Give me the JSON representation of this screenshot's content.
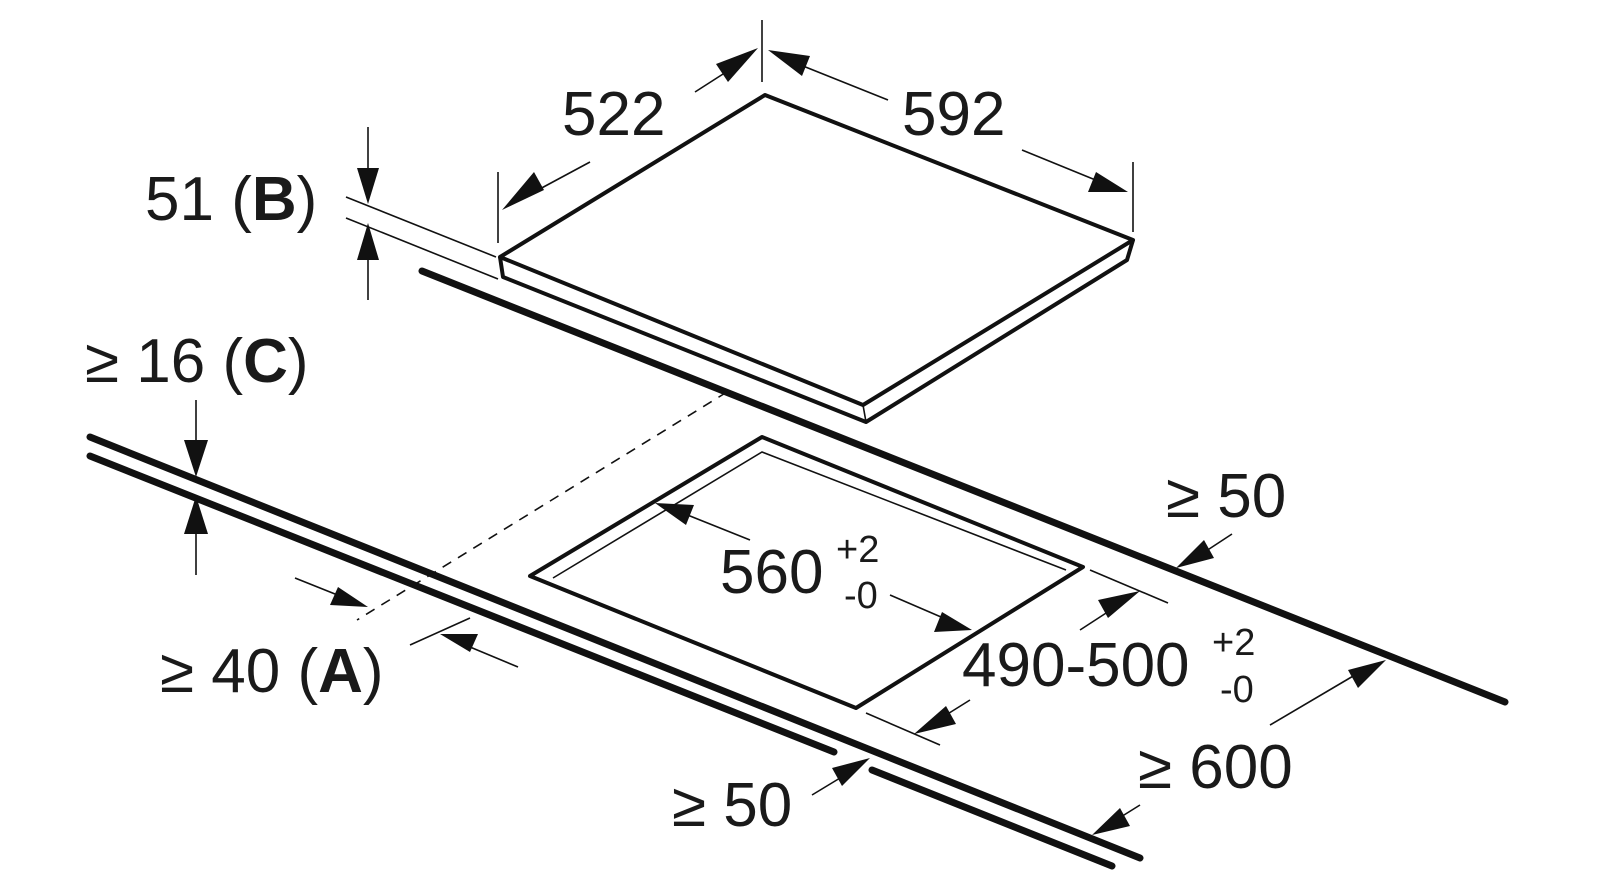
{
  "diagram": {
    "hob": {
      "depth": "522",
      "width": "592",
      "height_value": "51 (",
      "height_letter": "B",
      "height_close": ")"
    },
    "worktop": {
      "thickness_prefix": "≥ 16 (",
      "thickness_letter": "C",
      "thickness_close": ")",
      "front_distance_prefix": "≥ 40 (",
      "front_distance_letter": "A",
      "front_distance_close": ")",
      "rear_clearance": "≥ 50",
      "side_clearance": "≥ 50",
      "depth": "≥ 600"
    },
    "cutout": {
      "width_base": "560",
      "width_tol_plus": "+2",
      "width_tol_minus": "-0",
      "depth_base": "490-500",
      "depth_tol_plus": "+2",
      "depth_tol_minus": "-0"
    }
  }
}
